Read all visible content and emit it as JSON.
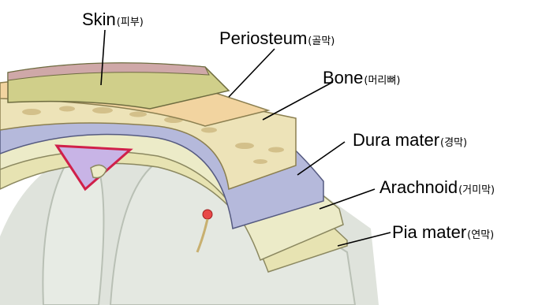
{
  "labels": {
    "skin": {
      "en": "Skin",
      "ko": "(피부)"
    },
    "periosteum": {
      "en": "Periosteum",
      "ko": "(골막)"
    },
    "bone": {
      "en": "Bone",
      "ko": "(머리뼈)"
    },
    "dura": {
      "en": "Dura mater",
      "ko": "(경막)"
    },
    "arachnoid": {
      "en": "Arachnoid",
      "ko": "(거미막)"
    },
    "pia": {
      "en": "Pia mater",
      "ko": "(연막)"
    }
  },
  "colors": {
    "skin_top": "#cfa8a8",
    "skin": "#d0cf8a",
    "periosteum": "#f2d4a0",
    "bone": "#ede3b8",
    "bone_spots": "#d3c08a",
    "dura": "#b5b9db",
    "arachnoid": "#ecebc8",
    "pia": "#e7e3b2",
    "brain": "#dfe3dc",
    "sinus": "#c8b4e6",
    "sinus_edge": "#d0204a",
    "vessel": "#e84848"
  }
}
